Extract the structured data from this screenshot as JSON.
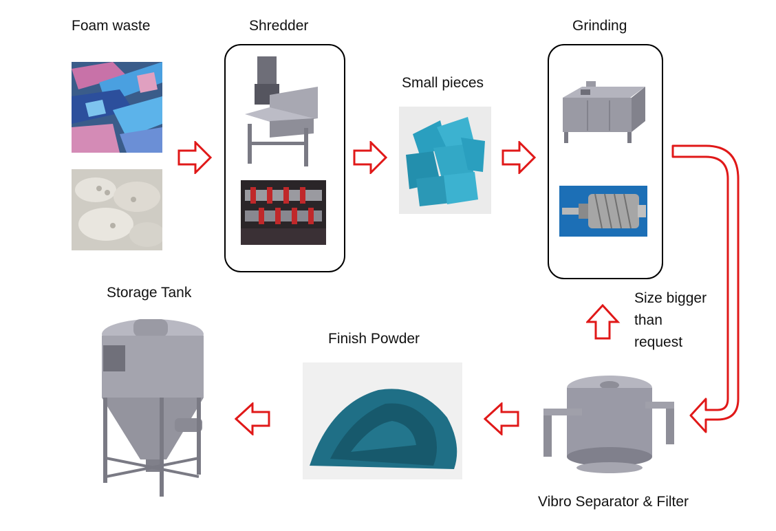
{
  "labels": {
    "foam_waste": "Foam waste",
    "shredder": "Shredder",
    "small_pieces": "Small pieces",
    "grinding": "Grinding",
    "size_line1": "Size bigger",
    "size_line2": "than",
    "size_line3": "request",
    "storage_tank": "Storage Tank",
    "finish_powder": "Finish Powder",
    "vibro": "Vibro Separator & Filter"
  },
  "colors": {
    "arrow_stroke": "#e01818",
    "machine_gray": "#8e8e98",
    "foam_blue": "#2a9fbf",
    "powder_teal": "#1f6f86"
  }
}
